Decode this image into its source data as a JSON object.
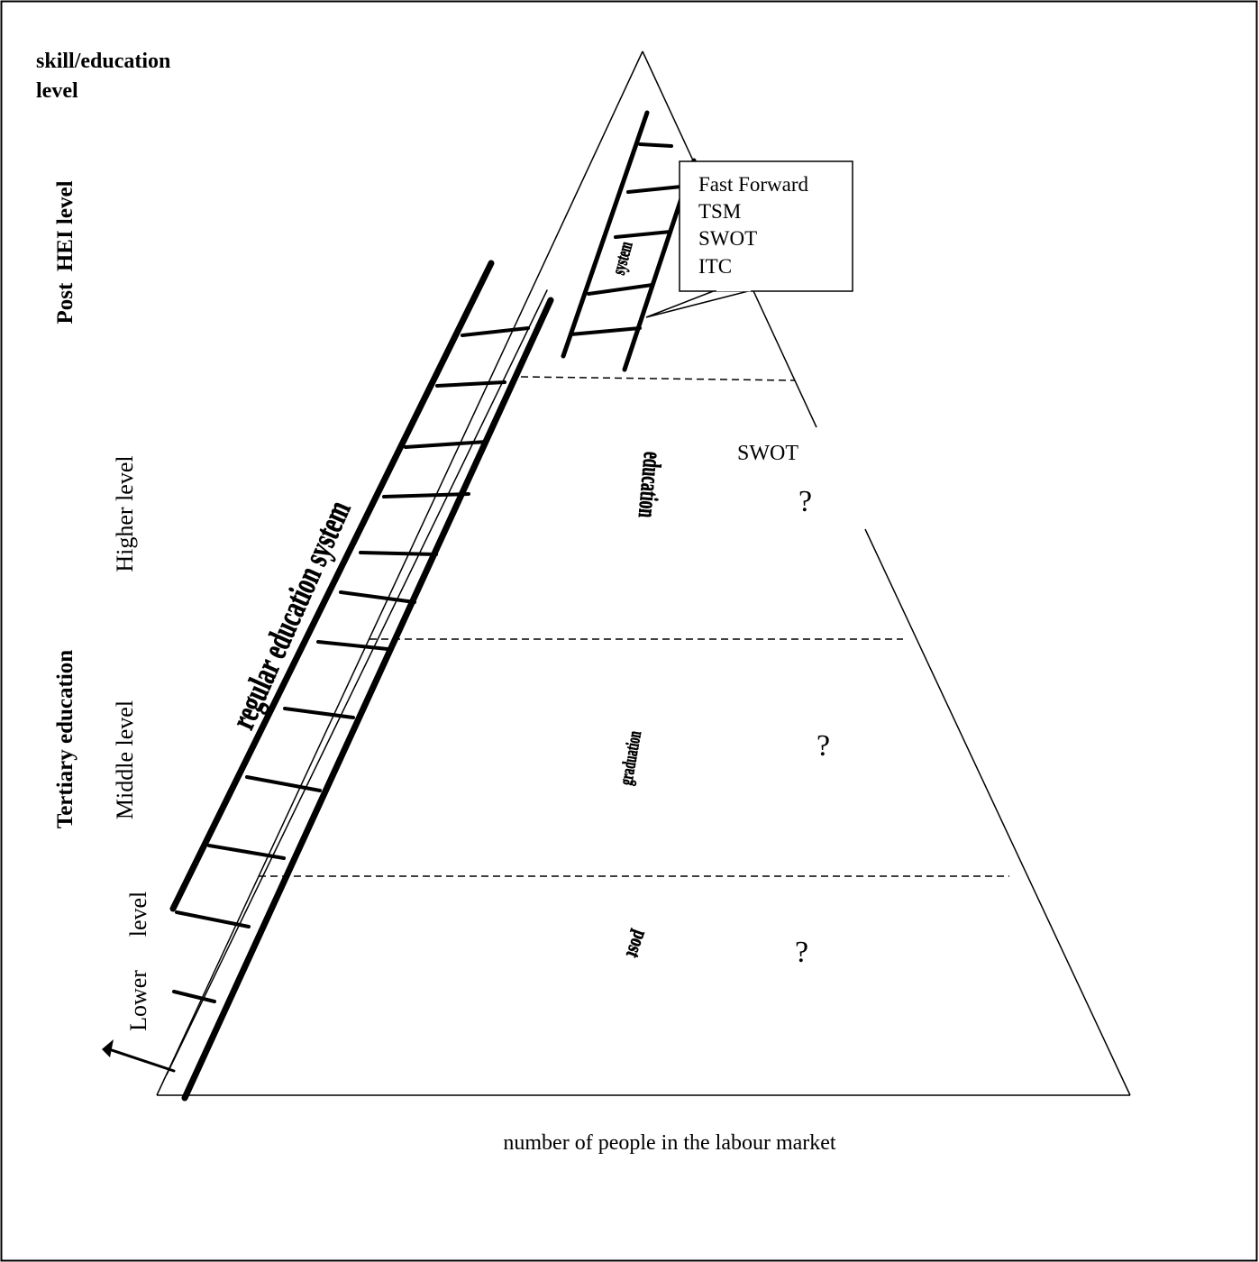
{
  "y_axis_title": "skill/education level",
  "y_axis_title_lines": [
    "skill/education",
    "level"
  ],
  "x_axis_title": "number of people in the labour market",
  "band_groups": {
    "post_hei": "Post  HEI level",
    "tertiary": "Tertiary education"
  },
  "levels": {
    "higher": "Higher level",
    "middle": "Middle level",
    "lower_part1": "Lower",
    "lower_part2": "level"
  },
  "ladder_label": "regular education system",
  "pyramid_words": {
    "system": "system",
    "education": "education",
    "graduation": "graduation",
    "post": "post"
  },
  "callout": {
    "lines": [
      "Fast Forward",
      "TSM",
      "SWOT",
      "ITC"
    ]
  },
  "swot_label": "SWOT",
  "question_marks": [
    "?",
    "?",
    "?"
  ]
}
